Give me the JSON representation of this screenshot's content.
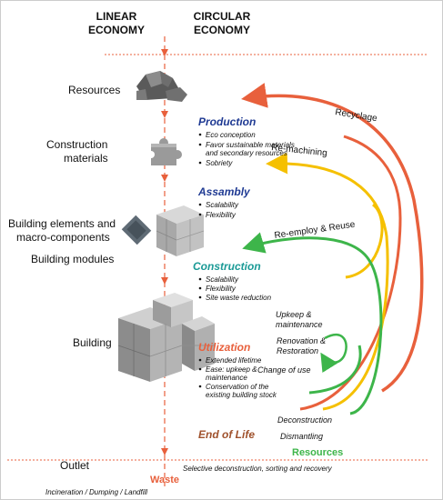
{
  "headers": {
    "linear": [
      "LINEAR",
      "ECONOMY"
    ],
    "circular": [
      "CIRCULAR",
      "ECONOMY"
    ]
  },
  "stages": {
    "resources": "Resources",
    "construction_materials": [
      "Construction",
      "materials"
    ],
    "building_elements": [
      "Building elements and",
      "macro-components"
    ],
    "building_modules": "Building modules",
    "building": "Building",
    "outlet": "Outlet",
    "waste": "Waste",
    "waste_detail": "Incineration / Dumping / Landfill"
  },
  "phases": {
    "production": {
      "title": "Production",
      "bullets": [
        "Eco conception",
        "Favor sustainable materials",
        "and secondary resources",
        "Sobriety"
      ]
    },
    "assembly": {
      "title": "Assambly",
      "bullets": [
        "Scalability",
        "Flexibility"
      ]
    },
    "construction": {
      "title": "Construction",
      "bullets": [
        "Scalability",
        "Flexibility",
        "Site waste reduction"
      ]
    },
    "utilization": {
      "title": "Utilization",
      "bullets": [
        "Extended lifetime",
        "Ease: upkeep &",
        "maintenance",
        "Conservation of the",
        "existing building stock"
      ]
    },
    "end_of_life": {
      "title": "End of Life"
    }
  },
  "loops": {
    "recyclage": "Recyclage",
    "remachining": "Re-machining",
    "reemploy": "Re-employ & Reuse",
    "upkeep": [
      "Upkeep &",
      "maintenance"
    ],
    "renovation": [
      "Renovation &",
      "Restoration"
    ],
    "change_of_use": "Change of use",
    "deconstruction": "Deconstruction",
    "dismantling": "Dismantling"
  },
  "outlet_resources": {
    "title": "Resources",
    "detail": "Selective deconstruction, sorting and recovery"
  },
  "colors": {
    "orange": "#e8603c",
    "navy": "#1f3a93",
    "teal": "#1a9a96",
    "yellow": "#f5c000",
    "green": "#3db54a",
    "brown": "#a0522d"
  }
}
